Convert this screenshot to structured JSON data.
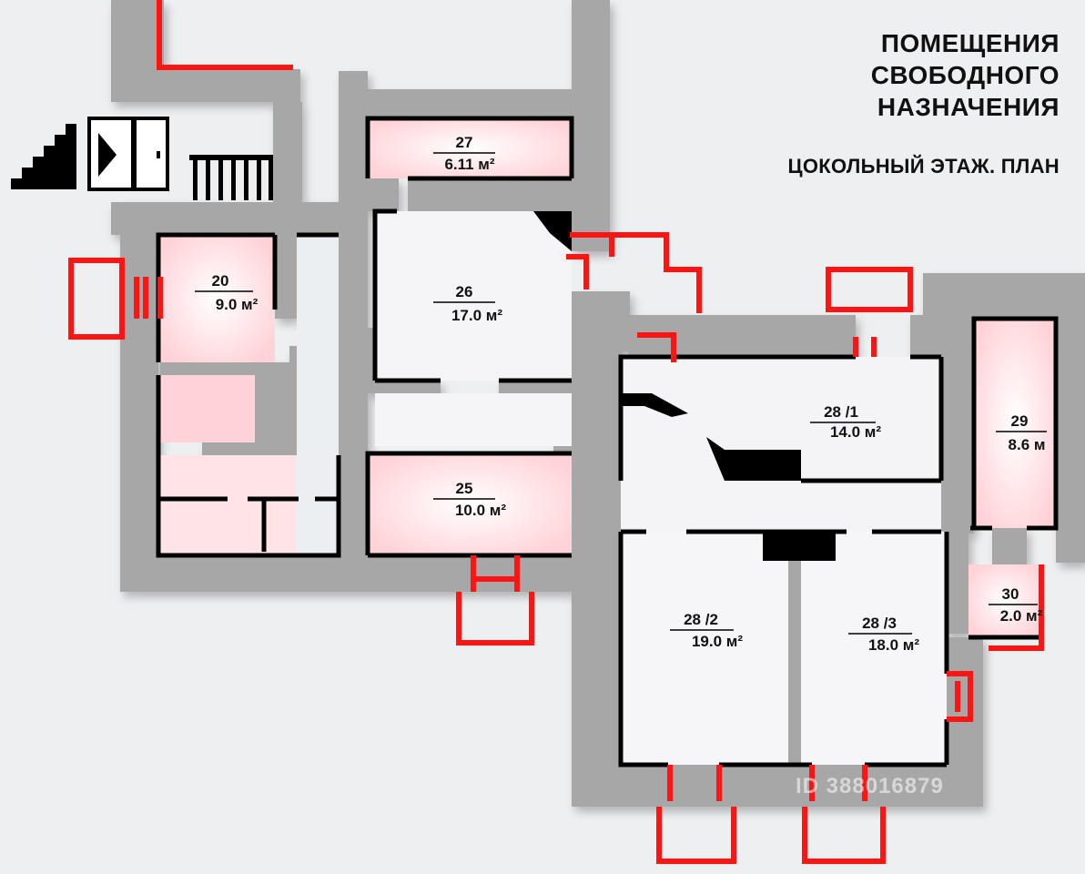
{
  "header": {
    "title_lines": [
      "ПОМЕЩЕНИЯ",
      "СВОБОДНОГО",
      "НАЗНАЧЕНИЯ"
    ],
    "subtitle": "ЦОКОЛЬНЫЙ ЭТАЖ. ПЛАН"
  },
  "rooms": [
    {
      "id": "27",
      "area": "6.11 м²"
    },
    {
      "id": "20",
      "area": "9.0 м²"
    },
    {
      "id": "26",
      "area": "17.0 м²"
    },
    {
      "id": "28 /1",
      "area": "14.0 м²"
    },
    {
      "id": "29",
      "area": "8.6 м"
    },
    {
      "id": "25",
      "area": "10.0 м²"
    },
    {
      "id": "28 /2",
      "area": "19.0 м²"
    },
    {
      "id": "28 /3",
      "area": "18.0 м²"
    },
    {
      "id": "30",
      "area": "2.0 м²"
    }
  ],
  "watermark": "ID 388016879",
  "colors": {
    "wall": "#a6a6a6",
    "accent": "#ff1a1a",
    "floor": "#f4f4f6",
    "glow": "#ffc9cf",
    "line": "#000000"
  }
}
